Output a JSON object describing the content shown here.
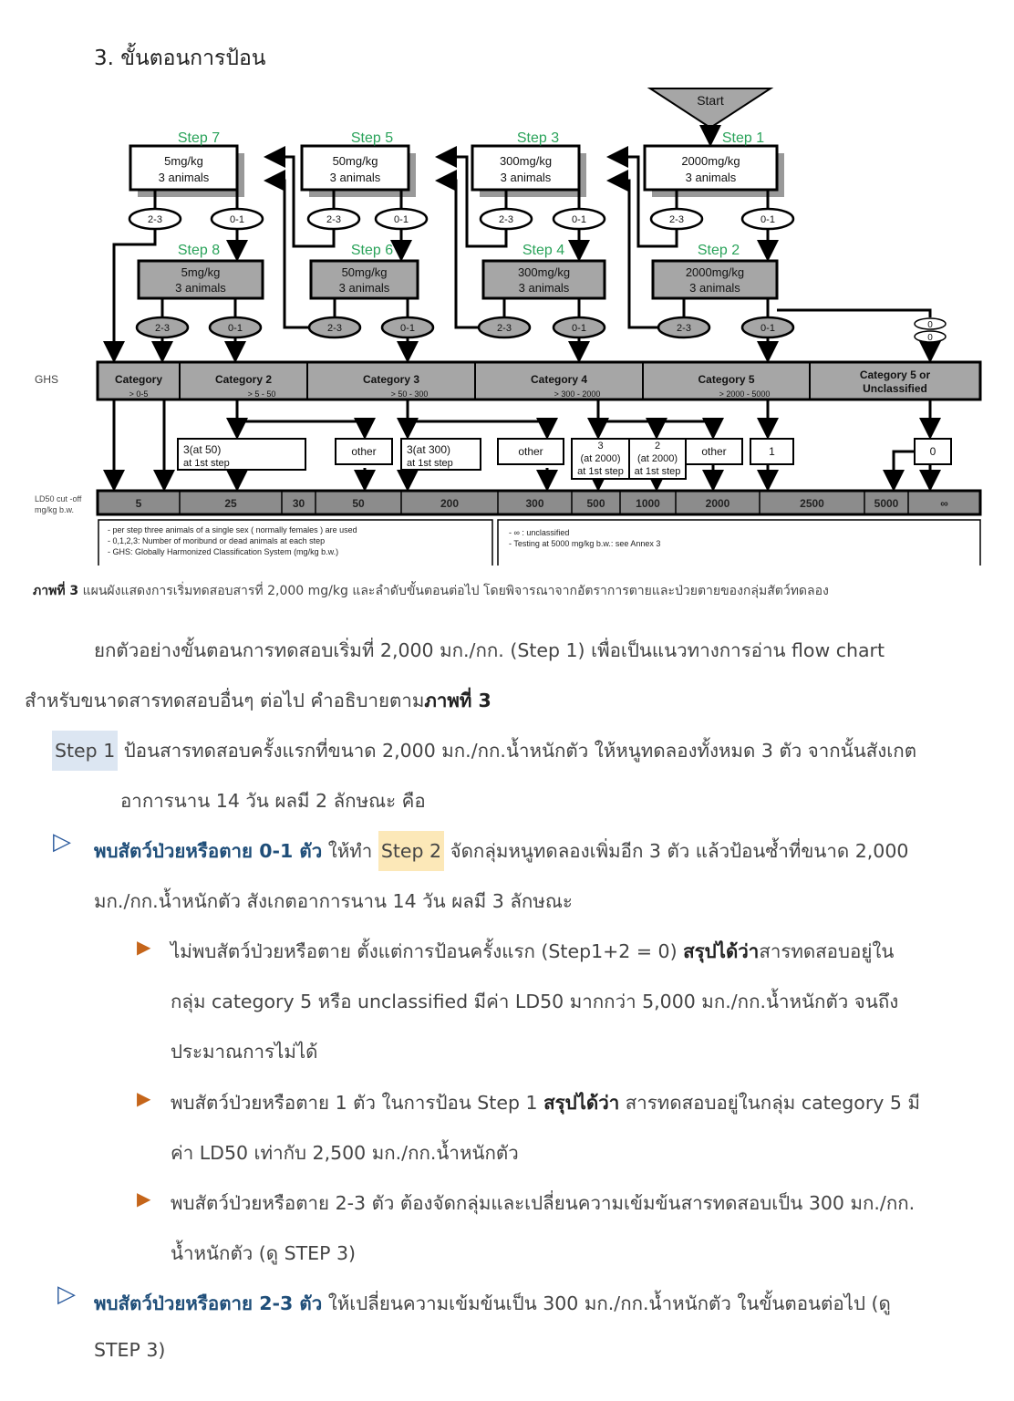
{
  "heading": "3. ขั้นตอนการป้อน",
  "flowchart": {
    "start": "Start",
    "steps": [
      {
        "label": "Step 7",
        "dose": "5mg/kg",
        "animals": "3 animals"
      },
      {
        "label": "Step 5",
        "dose": "50mg/kg",
        "animals": "3 animals"
      },
      {
        "label": "Step 3",
        "dose": "300mg/kg",
        "animals": "3 animals"
      },
      {
        "label": "Step 1",
        "dose": "2000mg/kg",
        "animals": "3 animals"
      },
      {
        "label": "Step 8",
        "dose": "5mg/kg",
        "animals": "3 animals"
      },
      {
        "label": "Step 6",
        "dose": "50mg/kg",
        "animals": "3 animals"
      },
      {
        "label": "Step 4",
        "dose": "300mg/kg",
        "animals": "3 animals"
      },
      {
        "label": "Step 2",
        "dose": "2000mg/kg",
        "animals": "3 animals"
      }
    ],
    "oval_high": "2-3",
    "oval_low": "0-1",
    "oval_zero": "0",
    "ghs_label": "GHS",
    "ghs": [
      {
        "name": "Category",
        "range": "> 0-5"
      },
      {
        "name": "Category 2",
        "range": "> 5 - 50"
      },
      {
        "name": "Category 3",
        "range": "> 50 - 300"
      },
      {
        "name": "Category 4",
        "range": "> 300 - 2000"
      },
      {
        "name": "Category 5",
        "range": "> 2000 - 5000"
      },
      {
        "name": "Category 5 or",
        "range": "Unclassified"
      }
    ],
    "outcomes": [
      {
        "l1": "3(at 50)",
        "l2": "at 1st step"
      },
      {
        "l1": "other"
      },
      {
        "l1": "3(at 300)",
        "l2": "at 1st step"
      },
      {
        "l1": "other"
      },
      {
        "l1": "3",
        "l2": "(at 2000)",
        "l3": "at 1st step"
      },
      {
        "l1": "2",
        "l2": "(at 2000)",
        "l3": "at 1st step"
      },
      {
        "l1": "other"
      },
      {
        "l1": "1"
      },
      {
        "l1": "0"
      }
    ],
    "ld50_label_1": "LD50  cut -off",
    "ld50_label_2": "mg/kg b.w.",
    "ld50": [
      "5",
      "25",
      "30",
      "50",
      "200",
      "300",
      "500",
      "1000",
      "2000",
      "2500",
      "5000",
      "∞"
    ],
    "notes_left": [
      "- per  step three animals  of a single  sex ( normally females  )  are used",
      "- 0,1,2,3:   Number of moribund or dead animals  at  each step",
      "- GHS:  Globally Harmonized Classification  System (mg/kg b.w.)"
    ],
    "notes_right": [
      "- ∞ : unclassified",
      "- Testing   at 5000 mg/kg b.w.: see Annex 3"
    ]
  },
  "caption": {
    "label": "ภาพที่ 3",
    "text": " แผนผังแสดงการเริ่มทดสอบสารที่ 2,000 mg/kg และลำดับขั้นตอนต่อไป โดยพิจารณาจากอัตราการตายและป่วยตายของกลุ่มสัตว์ทดลอง"
  },
  "body": {
    "p1_l1": "ยกตัวอย่างขั้นตอนการทดสอบเริ่มที่ 2,000 มก./กก. (Step 1) เพื่อเป็นแนวทางการอ่าน flow chart",
    "p1_l2": "สำหรับขนาดสารทดสอบอื่นๆ ต่อไป คำอธิบายตาม",
    "p1_l2_bold": "ภาพที่ 3",
    "s1_tag": "Step 1",
    "s1_l1": " ป้อนสารทดสอบครั้งแรกที่ขนาด 2,000 มก./กก.น้ำหนักตัว ให้หนูทดลองทั้งหมด 3 ตัว จากนั้นสังเกต",
    "s1_l2": "อาการนาน 14 วัน ผลมี 2 ลักษณะ คือ",
    "b1_bold": "พบสัตว์ป่วยหรือตาย 0-1 ตัว",
    "b1_a": " ให้ทำ ",
    "b1_tag": "Step 2",
    "b1_b": " จัดกลุ่มหนูทดลองเพิ่มอีก 3 ตัว แล้วป้อนซ้ำที่ขนาด  2,000",
    "b1_l2": "มก./กก.น้ำหนักตัว สังเกตอาการนาน 14 วัน ผลมี 3 ลักษณะ",
    "sb1_a": "ไม่พบสัตว์ป่วยหรือตาย ตั้งแต่การป้อนครั้งแรก (Step1+2 = 0) ",
    "sb1_bold": "สรุปได้ว่า",
    "sb1_b": "สารทดสอบอยู่ใน",
    "sb1_l2": "กลุ่ม category 5 หรือ unclassified มีค่า LD50 มากกว่า 5,000 มก./กก.น้ำหนักตัว จนถึง",
    "sb1_l3": "ประมาณการไม่ได้",
    "sb2_a": "พบสัตว์ป่วยหรือตาย 1 ตัว ในการป้อน Step 1 ",
    "sb2_bold": "สรุปได้ว่า",
    "sb2_b": " สารทดสอบอยู่ในกลุ่ม category 5 มี",
    "sb2_l2": "ค่า LD50 เท่ากับ 2,500 มก./กก.น้ำหนักตัว",
    "sb3_l1": "พบสัตว์ป่วยหรือตาย 2-3 ตัว ต้องจัดกลุ่มและเปลี่ยนความเข้มข้นสารทดสอบเป็น 300 มก./กก.",
    "sb3_l2": "น้ำหนักตัว (ดู STEP 3)",
    "b2_bold": "พบสัตว์ป่วยหรือตาย 2-3 ตัว",
    "b2_a": " ให้เปลี่ยนความเข้มข้นเป็น 300 มก./กก.น้ำหนักตัว ในขั้นตอนต่อไป (ดู",
    "b2_l2": "STEP 3)"
  },
  "colors": {
    "step_label": "#2aa35a",
    "grey_box": "#a6a6a6",
    "bar": "#8c8c8c",
    "bullet_blue": "#2e5d9f",
    "bullet_orange": "#c5651a"
  }
}
